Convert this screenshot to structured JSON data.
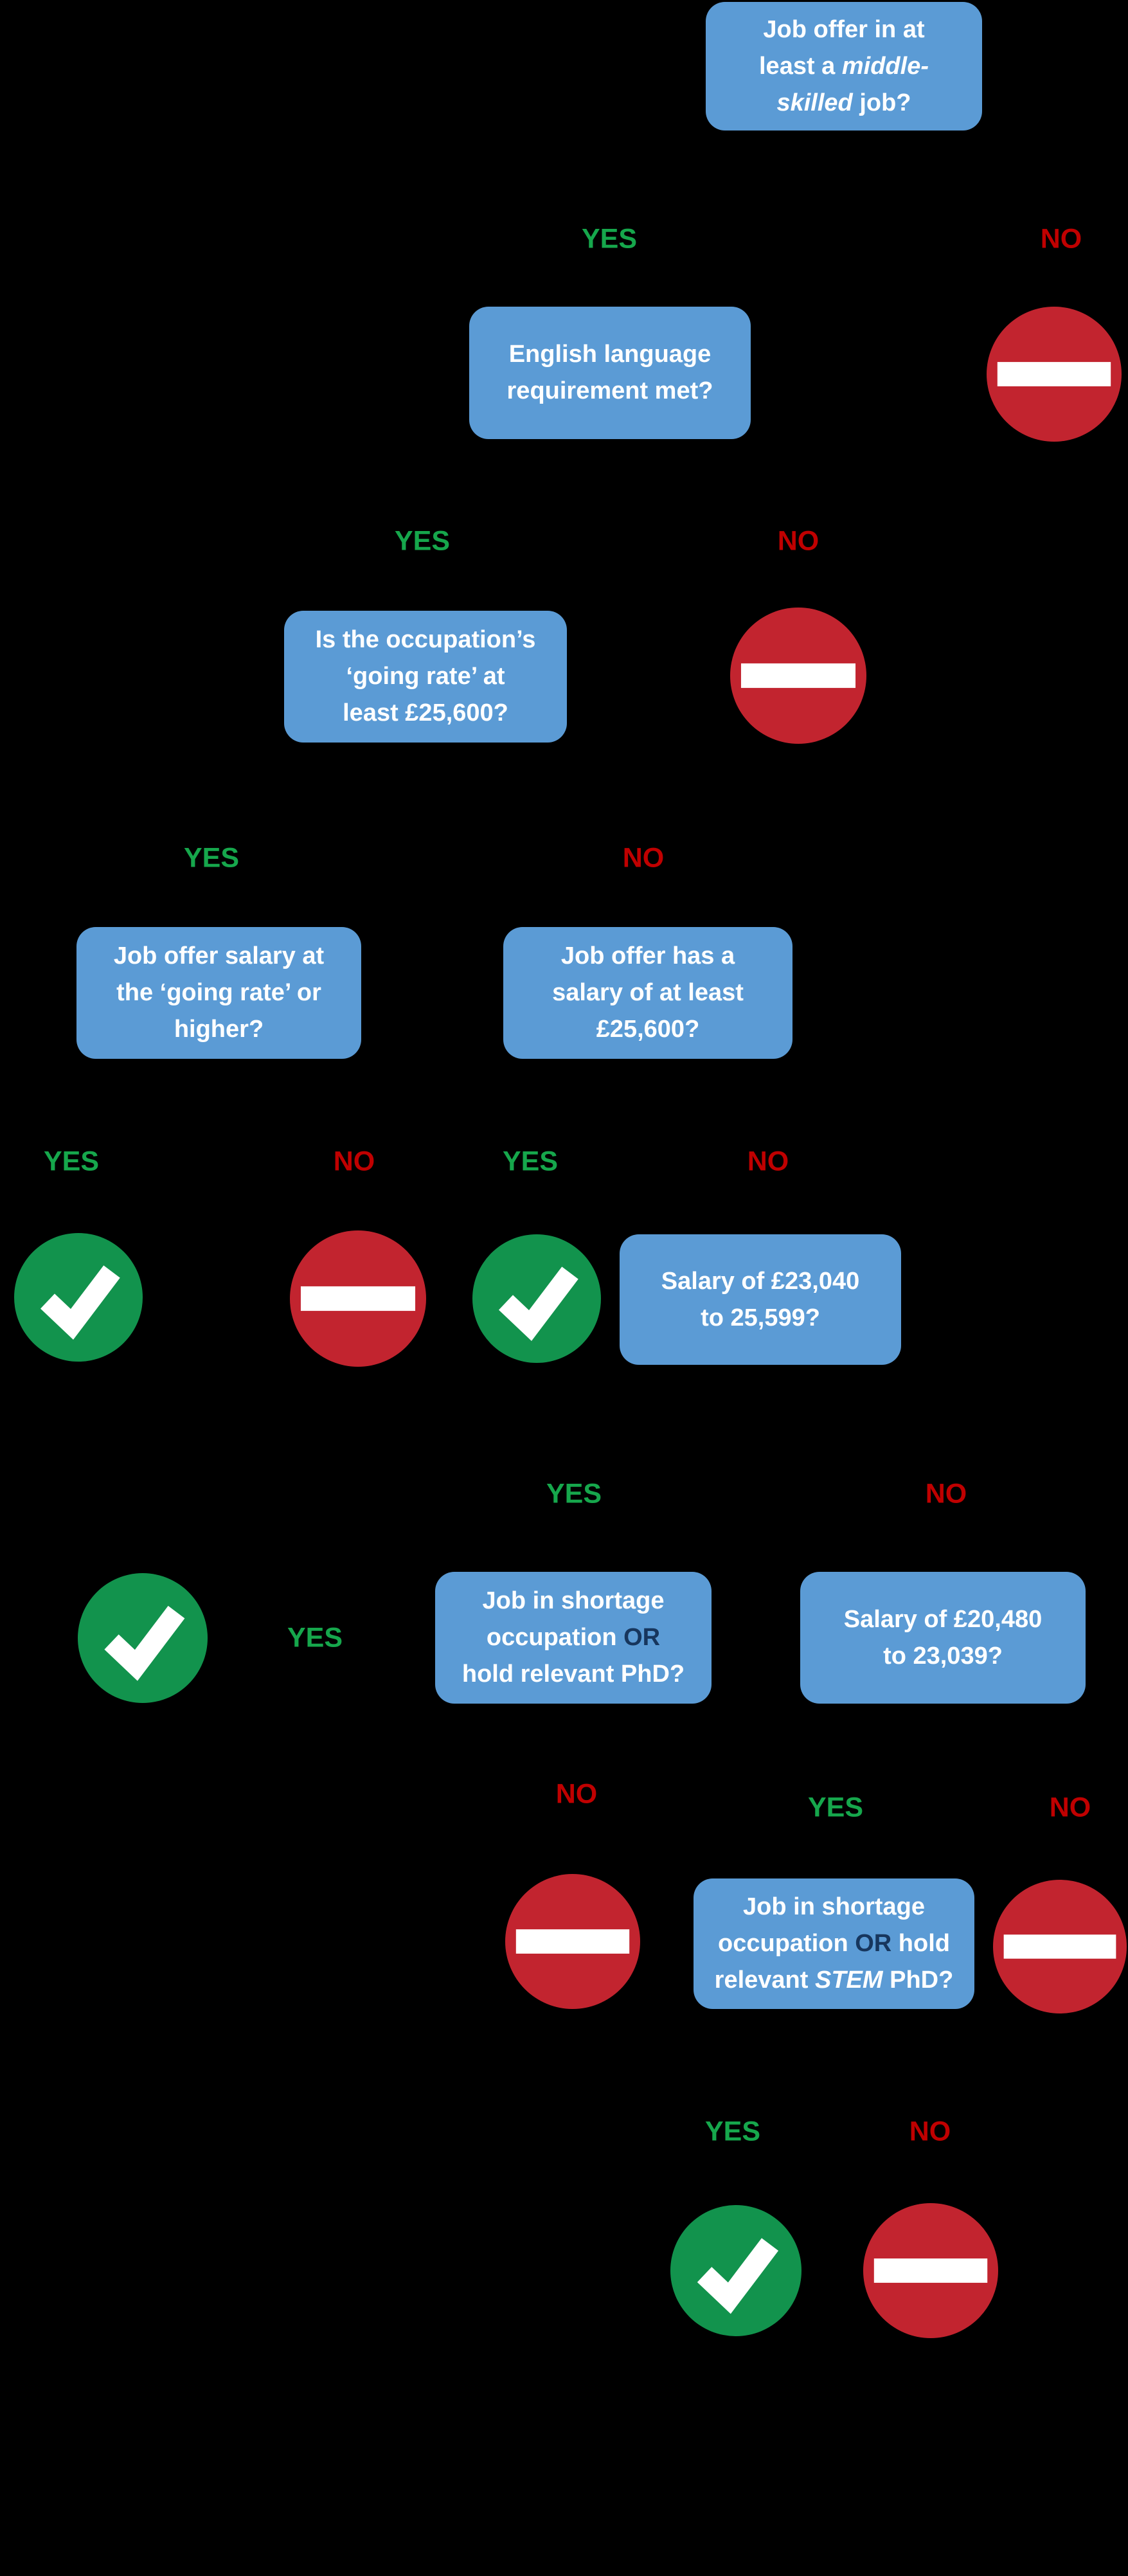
{
  "labels": {
    "yes": "YES",
    "no": "NO"
  },
  "boxes": {
    "q1": {
      "l1": "Job offer in at",
      "l2a": "least a ",
      "l2b": "middle-",
      "l3a": "skilled",
      "l3b": " job?"
    },
    "q2": {
      "l1": "English language",
      "l2": "requirement met?"
    },
    "q3": {
      "l1": "Is the occupation’s",
      "l2": "‘going rate’ at",
      "l3": "least £25,600?"
    },
    "q4a": {
      "l1": "Job offer salary at",
      "l2": "the ‘going rate’ or",
      "l3": "higher?"
    },
    "q4b": {
      "l1": "Job offer has a",
      "l2": "salary of at least",
      "l3": "£25,600?"
    },
    "q5": {
      "l1": "Salary of £23,040",
      "l2": "to 25,599?"
    },
    "q6": {
      "l1": "Job in shortage",
      "l2a": "occupation ",
      "l2b": "OR",
      "l3": "hold relevant PhD?"
    },
    "q7": {
      "l1": "Salary of £20,480",
      "l2": "to 23,039?"
    },
    "q8": {
      "l1": "Job in shortage",
      "l2a": "occupation ",
      "l2b": "OR",
      "l2c": " hold",
      "l3a": "relevant ",
      "l3b": "STEM",
      "l3c": " PhD?"
    }
  },
  "icons": {
    "approve": "check-icon",
    "reject": "no-entry-icon"
  },
  "colors": {
    "background": "#000000",
    "box_blue": "#5B9BD5",
    "box_text": "#FFFFFF",
    "or_navy": "#17365D",
    "yes_green": "#16A74C",
    "no_red": "#C00000",
    "check_green": "#12934D",
    "stop_red": "#C2242F",
    "stop_bar": "#FFFFFF"
  }
}
